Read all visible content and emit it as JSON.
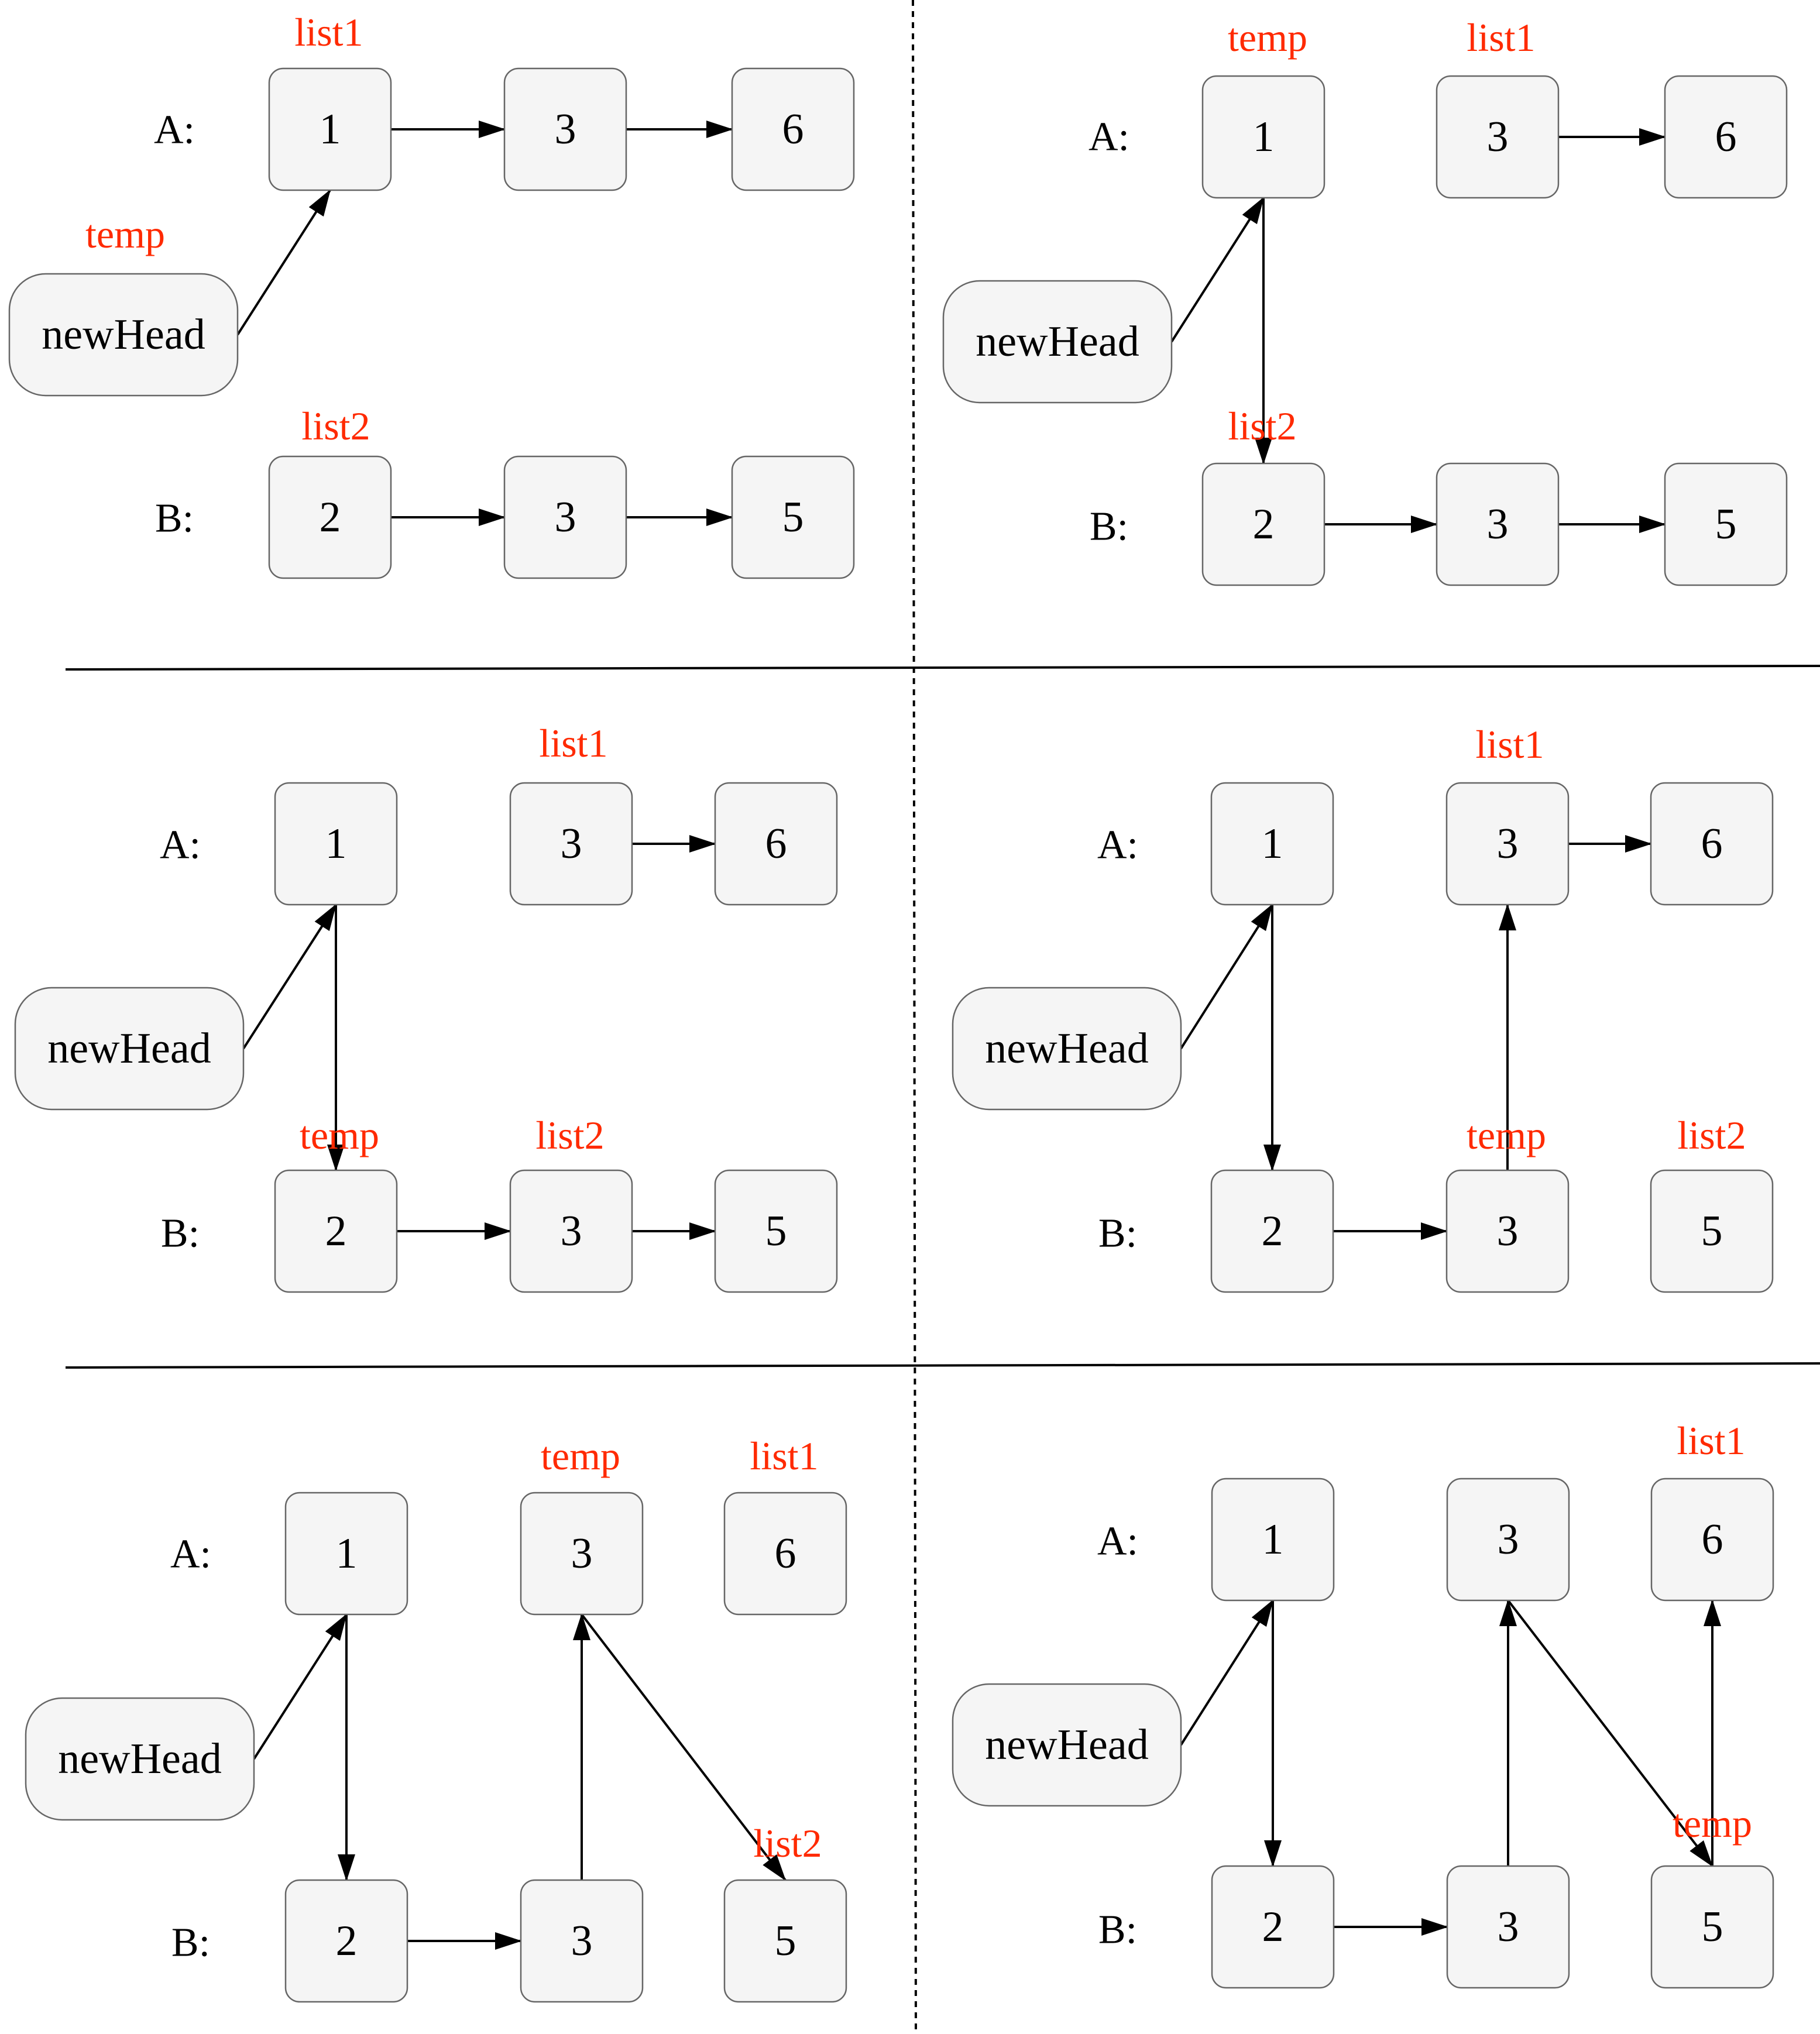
{
  "panels": [
    {
      "id": "p1",
      "rows": {
        "A": "A:",
        "B": "B:"
      },
      "nodes": [
        {
          "id": "a1",
          "label": "1"
        },
        {
          "id": "a2",
          "label": "3"
        },
        {
          "id": "a3",
          "label": "6"
        },
        {
          "id": "b1",
          "label": "2"
        },
        {
          "id": "b2",
          "label": "3"
        },
        {
          "id": "b3",
          "label": "5"
        },
        {
          "id": "head",
          "label": "newHead"
        }
      ],
      "pointers": [
        {
          "id": "list1",
          "label": "list1"
        },
        {
          "id": "temp",
          "label": "temp"
        },
        {
          "id": "list2",
          "label": "list2"
        }
      ],
      "edges": [
        [
          "head",
          "a1"
        ],
        [
          "a1",
          "a2"
        ],
        [
          "a2",
          "a3"
        ],
        [
          "b1",
          "b2"
        ],
        [
          "b2",
          "b3"
        ]
      ]
    },
    {
      "id": "p2",
      "rows": {
        "A": "A:",
        "B": "B:"
      },
      "nodes": [
        {
          "id": "a1",
          "label": "1"
        },
        {
          "id": "a2",
          "label": "3"
        },
        {
          "id": "a3",
          "label": "6"
        },
        {
          "id": "b1",
          "label": "2"
        },
        {
          "id": "b2",
          "label": "3"
        },
        {
          "id": "b3",
          "label": "5"
        },
        {
          "id": "head",
          "label": "newHead"
        }
      ],
      "pointers": [
        {
          "id": "temp",
          "label": "temp"
        },
        {
          "id": "list1",
          "label": "list1"
        },
        {
          "id": "list2",
          "label": "list2"
        }
      ],
      "edges": [
        [
          "head",
          "a1"
        ],
        [
          "a1",
          "b1"
        ],
        [
          "a2",
          "a3"
        ],
        [
          "b1",
          "b2"
        ],
        [
          "b2",
          "b3"
        ]
      ]
    },
    {
      "id": "p3",
      "rows": {
        "A": "A:",
        "B": "B:"
      },
      "nodes": [
        {
          "id": "a1",
          "label": "1"
        },
        {
          "id": "a2",
          "label": "3"
        },
        {
          "id": "a3",
          "label": "6"
        },
        {
          "id": "b1",
          "label": "2"
        },
        {
          "id": "b2",
          "label": "3"
        },
        {
          "id": "b3",
          "label": "5"
        },
        {
          "id": "head",
          "label": "newHead"
        }
      ],
      "pointers": [
        {
          "id": "list1",
          "label": "list1"
        },
        {
          "id": "temp",
          "label": "temp"
        },
        {
          "id": "list2",
          "label": "list2"
        }
      ],
      "edges": [
        [
          "head",
          "a1"
        ],
        [
          "a1",
          "b1"
        ],
        [
          "a2",
          "a3"
        ],
        [
          "b1",
          "b2"
        ],
        [
          "b2",
          "b3"
        ]
      ]
    },
    {
      "id": "p4",
      "rows": {
        "A": "A:",
        "B": "B:"
      },
      "nodes": [
        {
          "id": "a1",
          "label": "1"
        },
        {
          "id": "a2",
          "label": "3"
        },
        {
          "id": "a3",
          "label": "6"
        },
        {
          "id": "b1",
          "label": "2"
        },
        {
          "id": "b2",
          "label": "3"
        },
        {
          "id": "b3",
          "label": "5"
        },
        {
          "id": "head",
          "label": "newHead"
        }
      ],
      "pointers": [
        {
          "id": "list1",
          "label": "list1"
        },
        {
          "id": "temp",
          "label": "temp"
        },
        {
          "id": "list2",
          "label": "list2"
        }
      ],
      "edges": [
        [
          "head",
          "a1"
        ],
        [
          "a1",
          "b1"
        ],
        [
          "b1",
          "b2"
        ],
        [
          "b2",
          "a2"
        ],
        [
          "a2",
          "a3"
        ]
      ]
    },
    {
      "id": "p5",
      "rows": {
        "A": "A:",
        "B": "B:"
      },
      "nodes": [
        {
          "id": "a1",
          "label": "1"
        },
        {
          "id": "a2",
          "label": "3"
        },
        {
          "id": "a3",
          "label": "6"
        },
        {
          "id": "b1",
          "label": "2"
        },
        {
          "id": "b2",
          "label": "3"
        },
        {
          "id": "b3",
          "label": "5"
        },
        {
          "id": "head",
          "label": "newHead"
        }
      ],
      "pointers": [
        {
          "id": "temp",
          "label": "temp"
        },
        {
          "id": "list1",
          "label": "list1"
        },
        {
          "id": "list2",
          "label": "list2"
        }
      ],
      "edges": [
        [
          "head",
          "a1"
        ],
        [
          "a1",
          "b1"
        ],
        [
          "b1",
          "b2"
        ],
        [
          "b2",
          "a2"
        ],
        [
          "a2",
          "b3"
        ]
      ]
    },
    {
      "id": "p6",
      "rows": {
        "A": "A:",
        "B": "B:"
      },
      "nodes": [
        {
          "id": "a1",
          "label": "1"
        },
        {
          "id": "a2",
          "label": "3"
        },
        {
          "id": "a3",
          "label": "6"
        },
        {
          "id": "b1",
          "label": "2"
        },
        {
          "id": "b2",
          "label": "3"
        },
        {
          "id": "b3",
          "label": "5"
        },
        {
          "id": "head",
          "label": "newHead"
        }
      ],
      "pointers": [
        {
          "id": "list1",
          "label": "list1"
        },
        {
          "id": "temp",
          "label": "temp"
        }
      ],
      "edges": [
        [
          "head",
          "a1"
        ],
        [
          "a1",
          "b1"
        ],
        [
          "b1",
          "b2"
        ],
        [
          "b2",
          "a2"
        ],
        [
          "a2",
          "b3"
        ],
        [
          "b3",
          "a3"
        ]
      ]
    }
  ]
}
